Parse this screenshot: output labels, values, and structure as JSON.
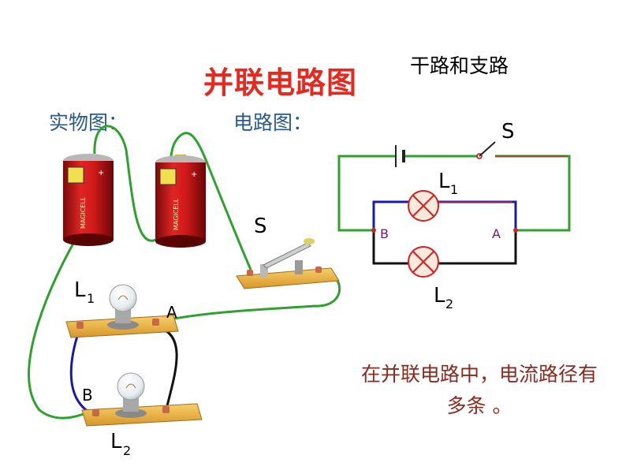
{
  "title": "并联电路图",
  "subtitle": "干路和支路",
  "labels": {
    "physical": "实物图：",
    "schematic": "电路图："
  },
  "note": "在并联电路中，电流路径有多条 。",
  "schematic": {
    "switch": "S",
    "lamp1": "L",
    "lamp1_sub": "1",
    "lamp2": "L",
    "lamp2_sub": "2",
    "node_left": "B",
    "node_right": "A"
  },
  "physical": {
    "switch": "S",
    "lamp1": "L",
    "lamp1_sub": "1",
    "lamp2": "L",
    "lamp2_sub": "2",
    "point_a": "A",
    "point_b": "B",
    "battery_brand": "MAGICELL"
  },
  "colors": {
    "title": "#e8281e",
    "main_wire": "#2ea12e",
    "branch1_wire": "#1a1aa8",
    "branch2_wire": "#111111",
    "battery_red": "#cc1515",
    "board": "#f2b640",
    "note": "#8b2a1e",
    "label": "#2a5b8a"
  }
}
